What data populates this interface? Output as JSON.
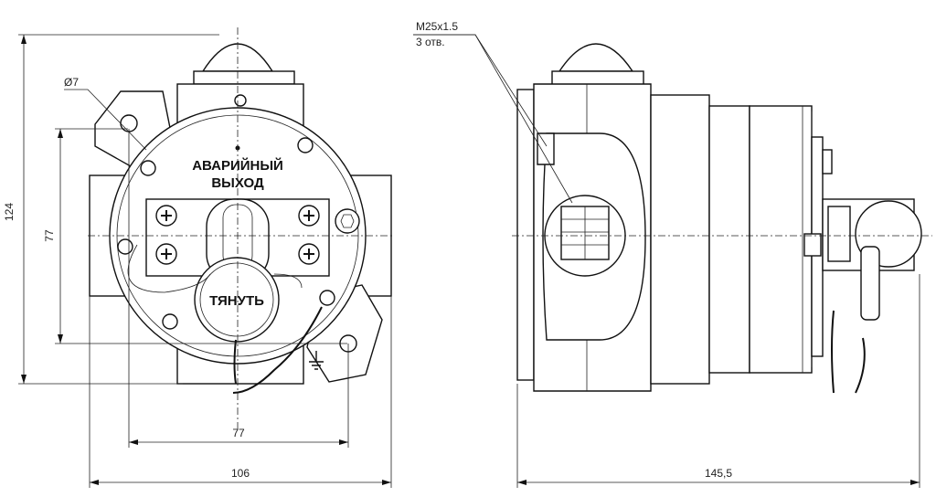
{
  "front_view": {
    "label_top_line1": "АВАРИЙНЫЙ",
    "label_top_line2": "ВЫХОД",
    "label_pull": "ТЯНУТЬ"
  },
  "dimensions": {
    "hole_diameter": "Ø7",
    "height_total": "124",
    "height_mount": "77",
    "width_mount": "77",
    "width_total": "106",
    "depth_total": "145,5",
    "thread_spec": "M25x1.5",
    "thread_count": "3 отв."
  }
}
